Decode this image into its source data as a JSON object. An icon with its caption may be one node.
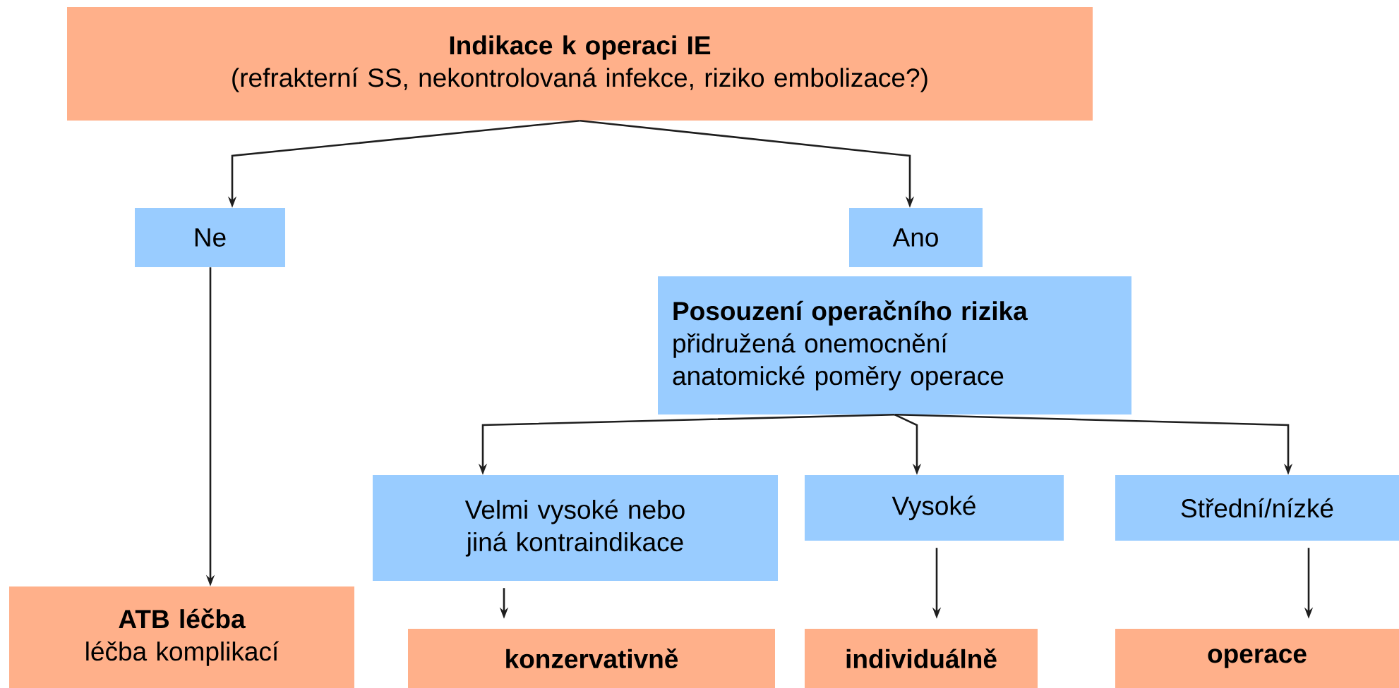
{
  "diagram": {
    "nodes": [
      {
        "text": [
          "Indikace k operaci IE",
          "(refrakterní SS, nekontrolovaná infekce, riziko embolizace?)"
        ]
      },
      {
        "text": [
          "Ne"
        ]
      },
      {
        "text": [
          "Ano"
        ]
      },
      {
        "text": [
          "Posouzení operačního rizika",
          "přidružená onemocnění",
          "anatomické poměry operace"
        ]
      },
      {
        "text": [
          "Velmi vysoké nebo jiná kontraindikace"
        ]
      },
      {
        "text": [
          "Vysoké"
        ]
      },
      {
        "text": [
          "Střední/nízké"
        ]
      },
      {
        "text": [
          "ATB léčba",
          "léčba komplikací"
        ]
      },
      {
        "text": [
          "konzervativně"
        ]
      },
      {
        "text": [
          "individuálně"
        ]
      },
      {
        "text": [
          "operace"
        ]
      }
    ],
    "edges": [
      {
        "from": 0,
        "to": 1,
        "arrow": "to"
      },
      {
        "from": 0,
        "to": 2,
        "arrow": "to"
      },
      {
        "from": 1,
        "to": 7,
        "arrow": "to"
      },
      {
        "from": 3,
        "to": 4,
        "arrow": "to"
      },
      {
        "from": 3,
        "to": 5,
        "arrow": "to"
      },
      {
        "from": 3,
        "to": 6,
        "arrow": "to"
      },
      {
        "from": 4,
        "to": 8,
        "arrow": "to"
      },
      {
        "from": 5,
        "to": 9,
        "arrow": "to"
      },
      {
        "from": 6,
        "to": 10,
        "arrow": "to"
      }
    ]
  }
}
